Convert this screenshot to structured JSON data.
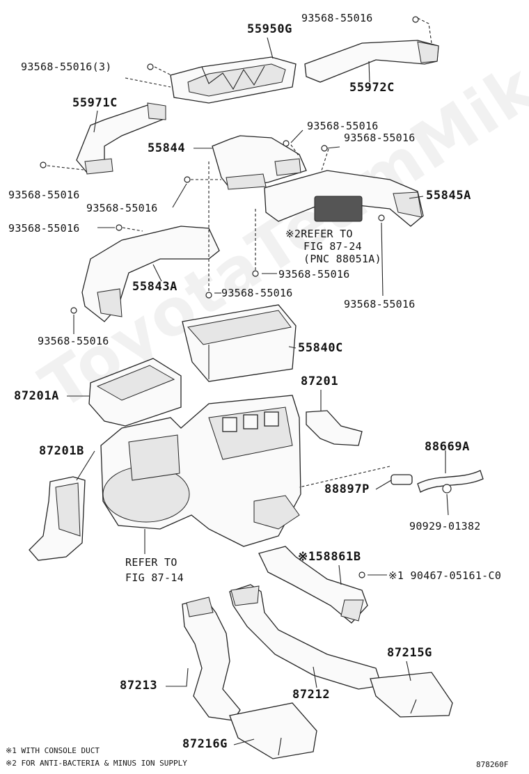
{
  "diagram": {
    "watermark": "ToyotaTeamMike.ru",
    "figure_code": "878260F",
    "footnotes": [
      "※1 WITH CONSOLE DUCT",
      "※2 FOR ANTI-BACTERIA & MINUS ION SUPPLY"
    ],
    "labels": {
      "p55950g": "55950G",
      "bolt_top_right": "93568-55016",
      "bolt_top_left": "93568-55016(3)",
      "p55972c": "55972C",
      "p55971c": "55971C",
      "bolt_mid_a": "93568-55016",
      "bolt_mid_b": "93568-55016",
      "p55844": "55844",
      "bolt_left_1": "93568-55016",
      "bolt_left_2": "93568-55016",
      "p55845a": "55845A",
      "bolt_left_3": "93568-55016",
      "refer_87_24_a": "※2REFER TO",
      "refer_87_24_b": "FIG 87-24",
      "refer_87_24_c": "(PNC 88051A)",
      "bolt_center_1": "93568-55016",
      "p55843a": "55843A",
      "bolt_center_2": "93568-55016",
      "bolt_right_low": "93568-55016",
      "bolt_left_low": "93568-55016",
      "p55840c": "55840C",
      "p87201a": "87201A",
      "p87201": "87201",
      "p88669a": "88669A",
      "p87201b": "87201B",
      "p88897p": "88897P",
      "p90929": "90929-01382",
      "refer_87_14_a": "REFER TO",
      "refer_87_14_b": "FIG 87-14",
      "p58861b": "※158861B",
      "p90467": "※1 90467-05161-C0",
      "p87215g": "87215G",
      "p87213": "87213",
      "p87212": "87212",
      "p87216g": "87216G"
    }
  }
}
